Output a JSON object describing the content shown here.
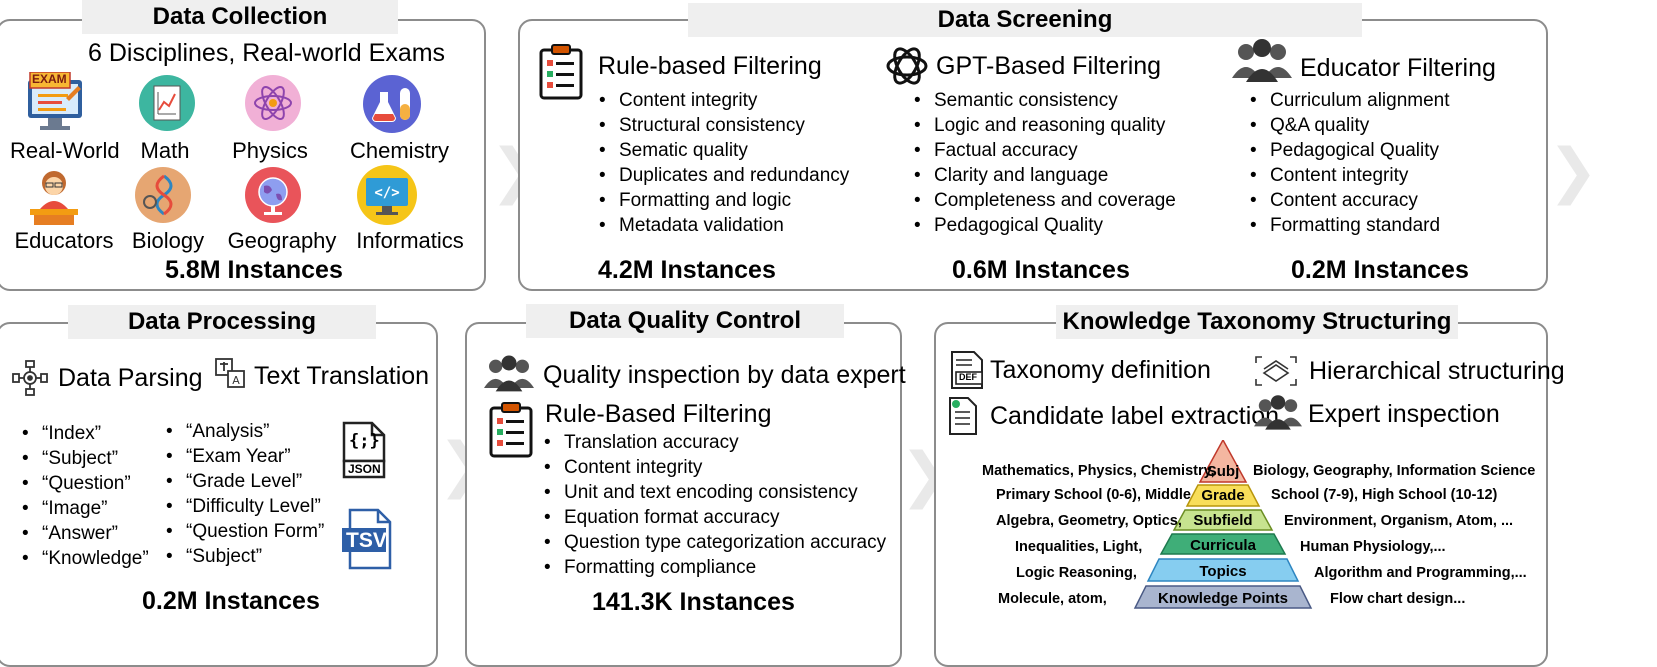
{
  "collection": {
    "title": "Data Collection",
    "subtitle": "6 Disciplines, Real-world Exams",
    "items": [
      "Real-World",
      "Math",
      "Physics",
      "Chemistry",
      "Educators",
      "Biology",
      "Geography",
      "Informatics"
    ],
    "exam_badge": "EXAM",
    "instances": "5.8M Instances"
  },
  "screening": {
    "title": "Data Screening",
    "columns": [
      {
        "heading": "Rule-based Filtering",
        "bullets": [
          "Content integrity",
          "Structural consistency",
          "Sematic quality",
          "Duplicates and redundancy",
          "Formatting and logic",
          "Metadata validation"
        ],
        "instances": "4.2M Instances"
      },
      {
        "heading": "GPT-Based Filtering",
        "bullets": [
          "Semantic consistency",
          "Logic and reasoning quality",
          "Factual accuracy",
          "Clarity and language",
          "Completeness and coverage",
          "Pedagogical Quality"
        ],
        "instances": "0.6M Instances"
      },
      {
        "heading": "Educator Filtering",
        "bullets": [
          "Curriculum alignment",
          "Q&A quality",
          "Pedagogical Quality",
          "Content integrity",
          "Content accuracy",
          "Formatting standard"
        ],
        "instances": "0.2M Instances"
      }
    ]
  },
  "processing": {
    "title": "Data Processing",
    "parsing_label": "Data Parsing",
    "translation_label": "Text Translation",
    "list_left": [
      "“Index”",
      "“Subject”",
      "“Question”",
      "“Image”",
      "“Answer”",
      "“Knowledge”"
    ],
    "list_right": [
      "“Analysis”",
      "“Exam Year”",
      "“Grade Level”",
      "“Difficulty Level”",
      "“Question Form”",
      "“Subject”"
    ],
    "json_label": "JSON",
    "json_glyph": "{;}",
    "tsv_label": "TSV",
    "instances": "0.2M Instances"
  },
  "quality": {
    "title": "Data Quality Control",
    "inspection": "Quality inspection by data expert",
    "heading": "Rule-Based Filtering",
    "bullets": [
      "Translation accuracy",
      "Content integrity",
      "Unit and text encoding consistency",
      "Equation format accuracy",
      "Question type categorization accuracy",
      "Formatting compliance"
    ],
    "instances": "141.3K Instances"
  },
  "taxonomy": {
    "title": "Knowledge Taxonomy Structuring",
    "def_badge": "DEF",
    "items": [
      "Taxonomy definition",
      "Hierarchical structuring",
      "Candidate label extraction",
      "Expert inspection"
    ],
    "levels": [
      {
        "label": "Subj",
        "left": "Mathematics, Physics, Chemistry,",
        "right": "Biology, Geography, Information Science",
        "color": "#f4b6a0"
      },
      {
        "label": "Grade",
        "left": "Primary School (0-6), Middle",
        "right": "School (7-9), High School (10-12)",
        "color": "#f8de5a"
      },
      {
        "label": "Subfield",
        "left": "Algebra, Geometry, Optics,",
        "right": "Environment, Organism, Atom, ...",
        "color": "#c7e38f"
      },
      {
        "label": "Curricula",
        "left": "Inequalities, Light,",
        "right": "Human Physiology,...",
        "color": "#3fae78"
      },
      {
        "label": "Topics",
        "left": "Logic Reasoning,",
        "right": "Algorithm and Programming,...",
        "color": "#86cdf0"
      },
      {
        "label": "Knowledge Points",
        "left": "Molecule, atom,",
        "right": "Flow chart design...",
        "color": "#a9b5cf"
      }
    ]
  },
  "colors": {
    "panel_border": "#8c8c8c",
    "title_bg": "#efefef",
    "arrow": "#e9e9e9"
  }
}
